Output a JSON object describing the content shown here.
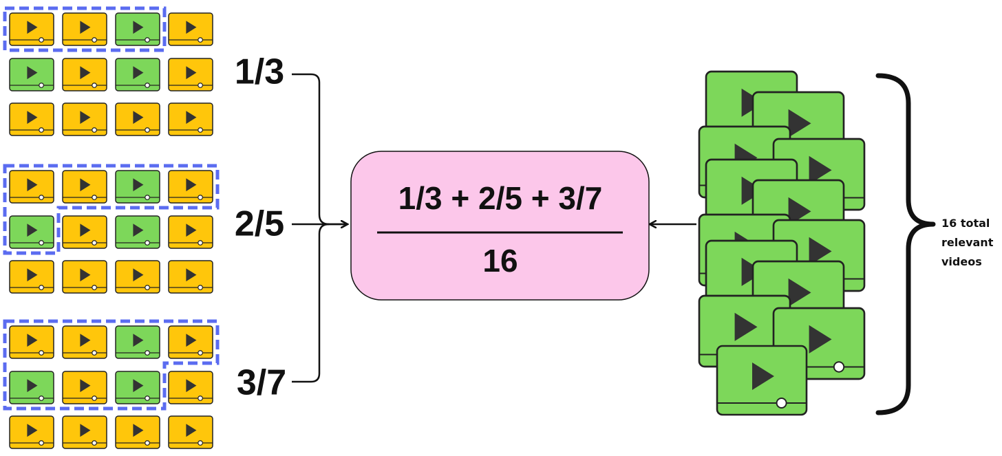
{
  "colors": {
    "relevant": "#7dd75a",
    "irrelevant": "#ffc60b",
    "highlight": "#5b6cf0",
    "formula_bg": "#fcc7ea",
    "play": "#333333"
  },
  "rankings": [
    {
      "label": "1/3",
      "grid": [
        [
          "irrelevant",
          "irrelevant",
          "relevant",
          "irrelevant"
        ],
        [
          "relevant",
          "irrelevant",
          "relevant",
          "irrelevant"
        ],
        [
          "irrelevant",
          "irrelevant",
          "irrelevant",
          "irrelevant"
        ]
      ],
      "highlighted_count": 3
    },
    {
      "label": "2/5",
      "grid": [
        [
          "irrelevant",
          "irrelevant",
          "relevant",
          "irrelevant"
        ],
        [
          "relevant",
          "irrelevant",
          "relevant",
          "irrelevant"
        ],
        [
          "irrelevant",
          "irrelevant",
          "irrelevant",
          "irrelevant"
        ]
      ],
      "highlighted_count": 5
    },
    {
      "label": "3/7",
      "grid": [
        [
          "irrelevant",
          "irrelevant",
          "relevant",
          "irrelevant"
        ],
        [
          "relevant",
          "irrelevant",
          "relevant",
          "irrelevant"
        ],
        [
          "irrelevant",
          "irrelevant",
          "irrelevant",
          "irrelevant"
        ]
      ],
      "highlighted_count": 7
    }
  ],
  "formula": {
    "numerator": "1/3 + 2/5 + 3/7",
    "denominator": "16"
  },
  "relevant_pile": {
    "count": 16,
    "label": "16 total\nrelevant\nvideos"
  }
}
